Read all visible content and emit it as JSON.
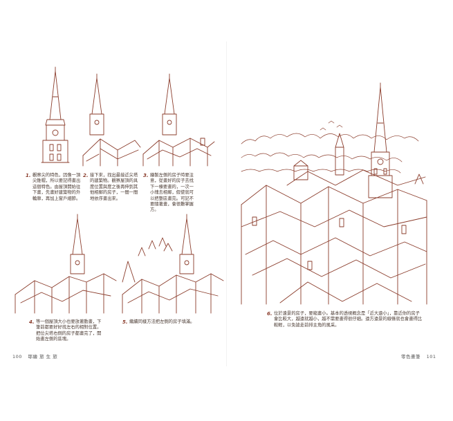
{
  "steps": [
    {
      "num": "1.",
      "text": "觀察尖的特色，因像一頂尖錐帽，所以要記得畫出這個特色。由屋頂開始往下畫，先畫好建築物的外輪廓，再加上窗戶細節。"
    },
    {
      "num": "2.",
      "text": "接下來，找出最接近尖塔的建築物。觀察屋頂的具度位置與度之後再伸到其他相鄰的房子，一間一間地依序畫出來。"
    },
    {
      "num": "3.",
      "text": "繪製左側的房子時要注意，從畫好的房子去找下一棟要畫的，一次一小塊去相鄰，假使就可以把整區畫完。可記不要隨著畫，會很難掌握方。"
    },
    {
      "num": "4.",
      "text": "等一個屋頂大小也要放著動畫，下筆前都要好好找左右的相對位置。把位尖塔右側的房子都畫完了，開始畫左側的區塊。"
    },
    {
      "num": "5.",
      "text": "繼續同樣方法把左側的房子填滿。"
    },
    {
      "num": "6.",
      "text": "位於遠景的房子，要縮畫小。基本的透視概念是「近大遠小」，靠近你的房子會比較大，越遠就越小，越不需要畫得很仔細。遠方遠景的線條就也會畫得比較輕，以免搶走前排主角的風采。"
    }
  ],
  "footer": {
    "left_page_num": "100",
    "left_title": "耶繪 旅 生 旅",
    "right_title": "零色畫筆",
    "right_page_num": "101"
  }
}
